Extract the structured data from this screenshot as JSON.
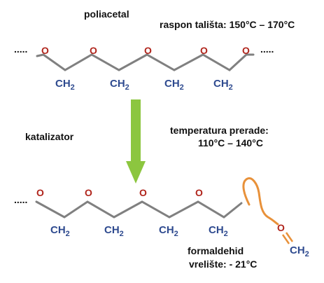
{
  "top": {
    "title": "poliacetal",
    "melting_range": "raspon tališta:  150°C – 170°C",
    "ellipsis_left": ".....",
    "ellipsis_right": ".....",
    "oxygen": "O",
    "ch2": "CH",
    "ch2_sub": "2"
  },
  "middle": {
    "catalyst": "katalizator",
    "processing_temp_label": "temperatura prerade:",
    "processing_temp_range": "110°C – 140°C"
  },
  "bottom": {
    "ellipsis_left": ".....",
    "formaldehyde_label": "formaldehid",
    "boiling_point": "vrelište: - 21°C"
  },
  "colors": {
    "bond": "#808080",
    "oxygen": "#b0241b",
    "ch2": "#2e4a8f",
    "arrow": "#8cc63f",
    "chain_break": "#e8913a"
  }
}
